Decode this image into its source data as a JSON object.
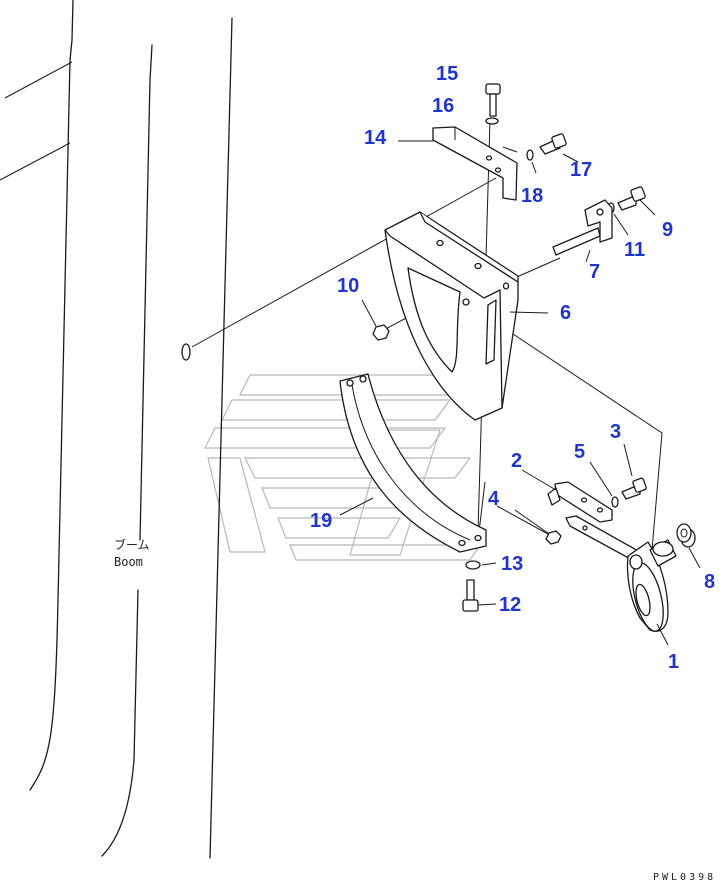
{
  "boom_label": {
    "jp": "ブーム",
    "en": "Boom"
  },
  "drawing_code": "PWL0398",
  "callouts": [
    {
      "id": "1",
      "label": "1"
    },
    {
      "id": "2",
      "label": "2"
    },
    {
      "id": "3",
      "label": "3"
    },
    {
      "id": "4",
      "label": "4"
    },
    {
      "id": "5",
      "label": "5"
    },
    {
      "id": "6",
      "label": "6"
    },
    {
      "id": "7",
      "label": "7"
    },
    {
      "id": "8",
      "label": "8"
    },
    {
      "id": "9",
      "label": "9"
    },
    {
      "id": "10",
      "label": "10"
    },
    {
      "id": "11",
      "label": "11"
    },
    {
      "id": "12",
      "label": "12"
    },
    {
      "id": "13",
      "label": "13"
    },
    {
      "id": "14",
      "label": "14"
    },
    {
      "id": "15",
      "label": "15"
    },
    {
      "id": "16",
      "label": "16"
    },
    {
      "id": "17",
      "label": "17"
    },
    {
      "id": "18",
      "label": "18"
    },
    {
      "id": "19",
      "label": "19"
    }
  ],
  "colors": {
    "callout": "#1f36c8",
    "line": "#1a1a1a",
    "watermark": "#b8b8b8"
  }
}
